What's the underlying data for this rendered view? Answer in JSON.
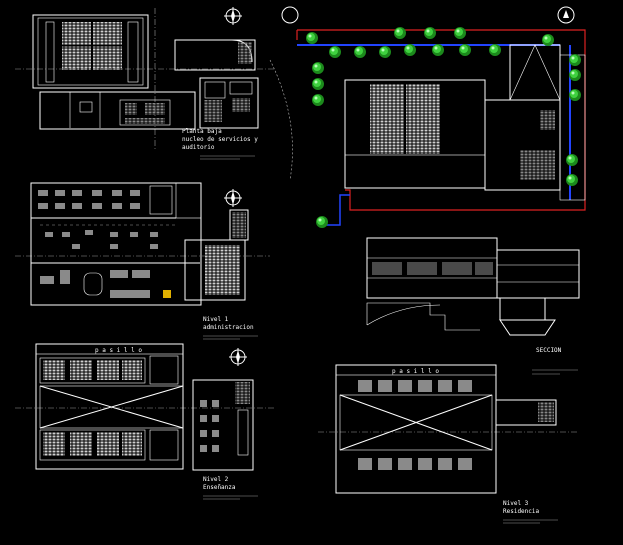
{
  "colors": {
    "background": "#000000",
    "walls": "#ffffff",
    "furniture": "#9a9a9a",
    "trees": "#33cc33",
    "site_boundary": "#dd2222",
    "drainage_line": "#2244ff",
    "labels_small": "#ffff33"
  },
  "sheets": {
    "ground_floor": {
      "title_line1": "Planta baja",
      "title_line2": "nucleo de servicios y",
      "title_line3": "auditorio"
    },
    "level1": {
      "title_line1": "Nivel 1",
      "title_line2": "administracion"
    },
    "level2": {
      "title_line1": "Nivel 2",
      "title_line2": "Enseñanza",
      "corridor_label": "p a s i l l o"
    },
    "level3": {
      "title_line1": "Nivel 3",
      "title_line2": "Residencia",
      "corridor_label": "p a s i l l o"
    },
    "section": {
      "title": "SECCION"
    }
  },
  "icons": [
    "north-arrow-icon",
    "compass-icon"
  ]
}
